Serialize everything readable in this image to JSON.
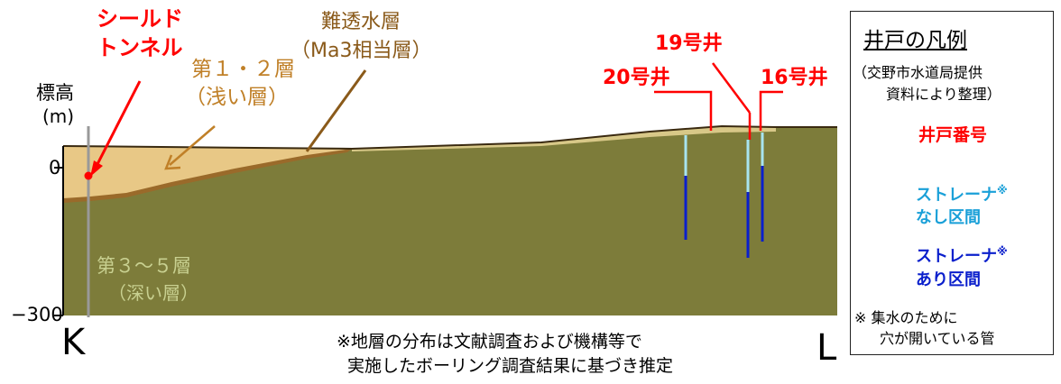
{
  "labels": {
    "axis_title": "標高",
    "axis_unit": "(m)",
    "tick_0": "0",
    "tick_neg300": "−300",
    "start_point": "K",
    "end_point": "L",
    "tunnel_line1": "シールド",
    "tunnel_line2": "トンネル",
    "layer12_line1": "第１・２層",
    "layer12_line2": "（浅い層）",
    "aquitard_line1": "難透水層",
    "aquitard_line2": "（Ma3相当層）",
    "layer35_line1": "第３～５層",
    "layer35_line2": "（深い層）",
    "well_20": "20号井",
    "well_19": "19号井",
    "well_16": "16号井",
    "note_line1": "※地層の分布は文献調査および機構等で",
    "note_line2": "実施したボーリング調査結果に基づき推定"
  },
  "legend": {
    "title": "井戸の凡例",
    "source_line1": "（交野市水道局提供",
    "source_line2": "資料により整理）",
    "well_number": "井戸番号",
    "no_screen_line1": "ストレーナ",
    "no_screen_line2": "なし区間",
    "screen_line1": "ストレーナ",
    "screen_line2": "あり区間",
    "asterisk": "※",
    "footnote_line1": "※ 集水のために",
    "footnote_line2": "穴が開いている管"
  },
  "colors": {
    "deep_layer": "#7d7c3a",
    "shallow_layer": "#e8c886",
    "aquitard": "#9a6a2a",
    "surface": "#4a3a1a",
    "well_label": "#ff0000",
    "no_screen": "#a8e4f0",
    "screen": "#0a1fcc"
  }
}
